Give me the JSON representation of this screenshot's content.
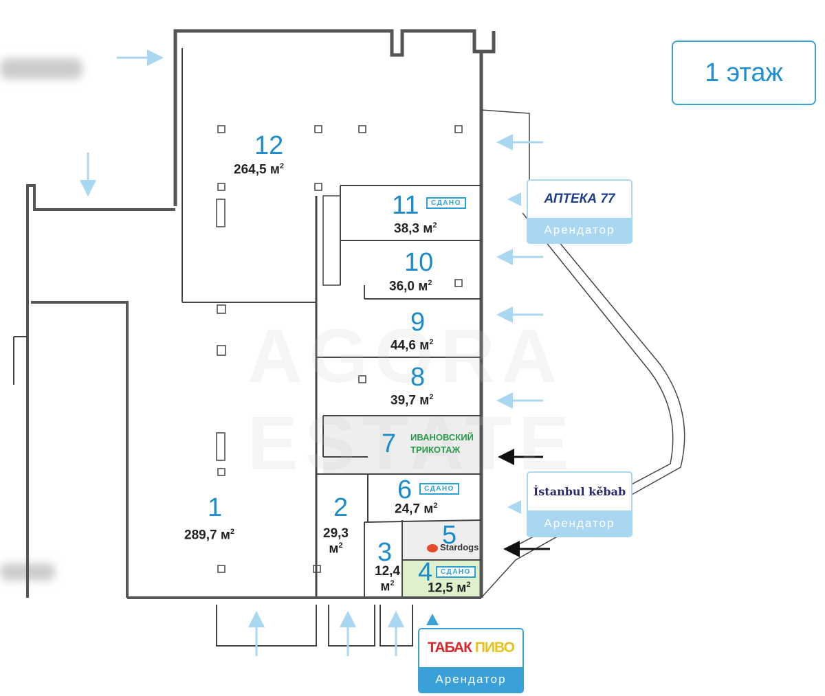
{
  "floor_label": "1 этаж",
  "watermark": "AGORA ESTATE",
  "units": [
    {
      "id": "12",
      "number": "12",
      "area": "264,5 м",
      "sup": "2",
      "status": ""
    },
    {
      "id": "11",
      "number": "11",
      "area": "38,3 м",
      "sup": "2",
      "status": "СДАНО"
    },
    {
      "id": "10",
      "number": "10",
      "area": "36,0 м",
      "sup": "2",
      "status": ""
    },
    {
      "id": "9",
      "number": "9",
      "area": "44,6 м",
      "sup": "2",
      "status": ""
    },
    {
      "id": "8",
      "number": "8",
      "area": "39,7 м",
      "sup": "2",
      "status": ""
    },
    {
      "id": "7",
      "number": "7",
      "tenant": "ИВАНОВСКИЙ ТРИКОТАЖ",
      "tenant_line1": "ИВАНОВСКИЙ",
      "tenant_line2": "ТРИКОТАЖ"
    },
    {
      "id": "6",
      "number": "6",
      "area": "24,7 м",
      "sup": "2",
      "status": "СДАНО"
    },
    {
      "id": "5",
      "number": "5",
      "tenant": "Stardogs"
    },
    {
      "id": "4",
      "number": "4",
      "area": "12,5 м",
      "sup": "2",
      "status": "СДАНО"
    },
    {
      "id": "3",
      "number": "3",
      "area_line1": "12,4",
      "area_line2": "м",
      "sup": "2"
    },
    {
      "id": "2",
      "number": "2",
      "area_line1": "29,3",
      "area_line2": "м",
      "sup": "2"
    },
    {
      "id": "1",
      "number": "1",
      "area": "289,7 м",
      "sup": "2"
    }
  ],
  "tenants": [
    {
      "logo": "АПТЕКА 77",
      "role": "Арендатор"
    },
    {
      "logo": "İstanbul kěbab",
      "role": "Арендатор"
    },
    {
      "logo_part1": "ТАБАК",
      "logo_part2": "ПИВО",
      "role": "Арендатор"
    }
  ],
  "colors": {
    "accent": "#1a8ccc",
    "arrow": "#a9d6f0",
    "rented_green": "#dff0cc",
    "gray_unit": "#eeeeee"
  }
}
